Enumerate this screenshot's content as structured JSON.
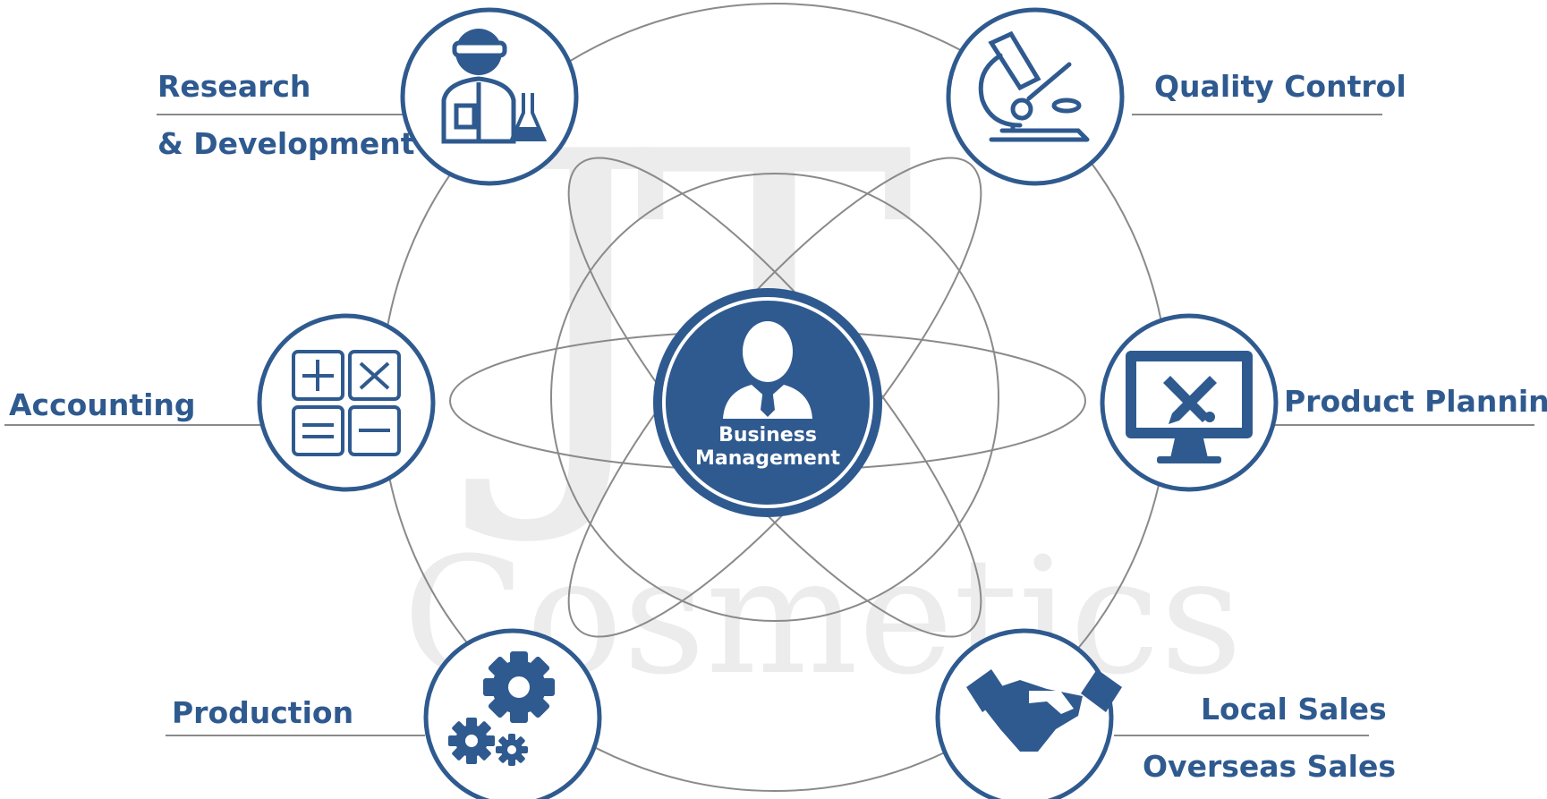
{
  "watermark": {
    "monogram": "JT",
    "word": "Cosmetics"
  },
  "center": {
    "line1": "Business",
    "line2": "Management",
    "icon": "businessman-icon"
  },
  "nodes": {
    "rd": {
      "line1": "Research",
      "line2": "& Development",
      "icon": "scientist-icon"
    },
    "qc": {
      "label": "Quality Control",
      "icon": "microscope-icon"
    },
    "accounting": {
      "label": "Accounting",
      "icon": "calculator-icon"
    },
    "planning": {
      "label": "Product Planning",
      "icon": "monitor-design-icon"
    },
    "production": {
      "label": "Production",
      "icon": "gears-icon"
    },
    "sales": {
      "line1": "Local Sales",
      "line2": "Overseas Sales",
      "icon": "handshake-icon"
    }
  },
  "colors": {
    "primary": "#2f5a8f",
    "orbit": "#8a8a8a",
    "watermark": "#ececec"
  }
}
